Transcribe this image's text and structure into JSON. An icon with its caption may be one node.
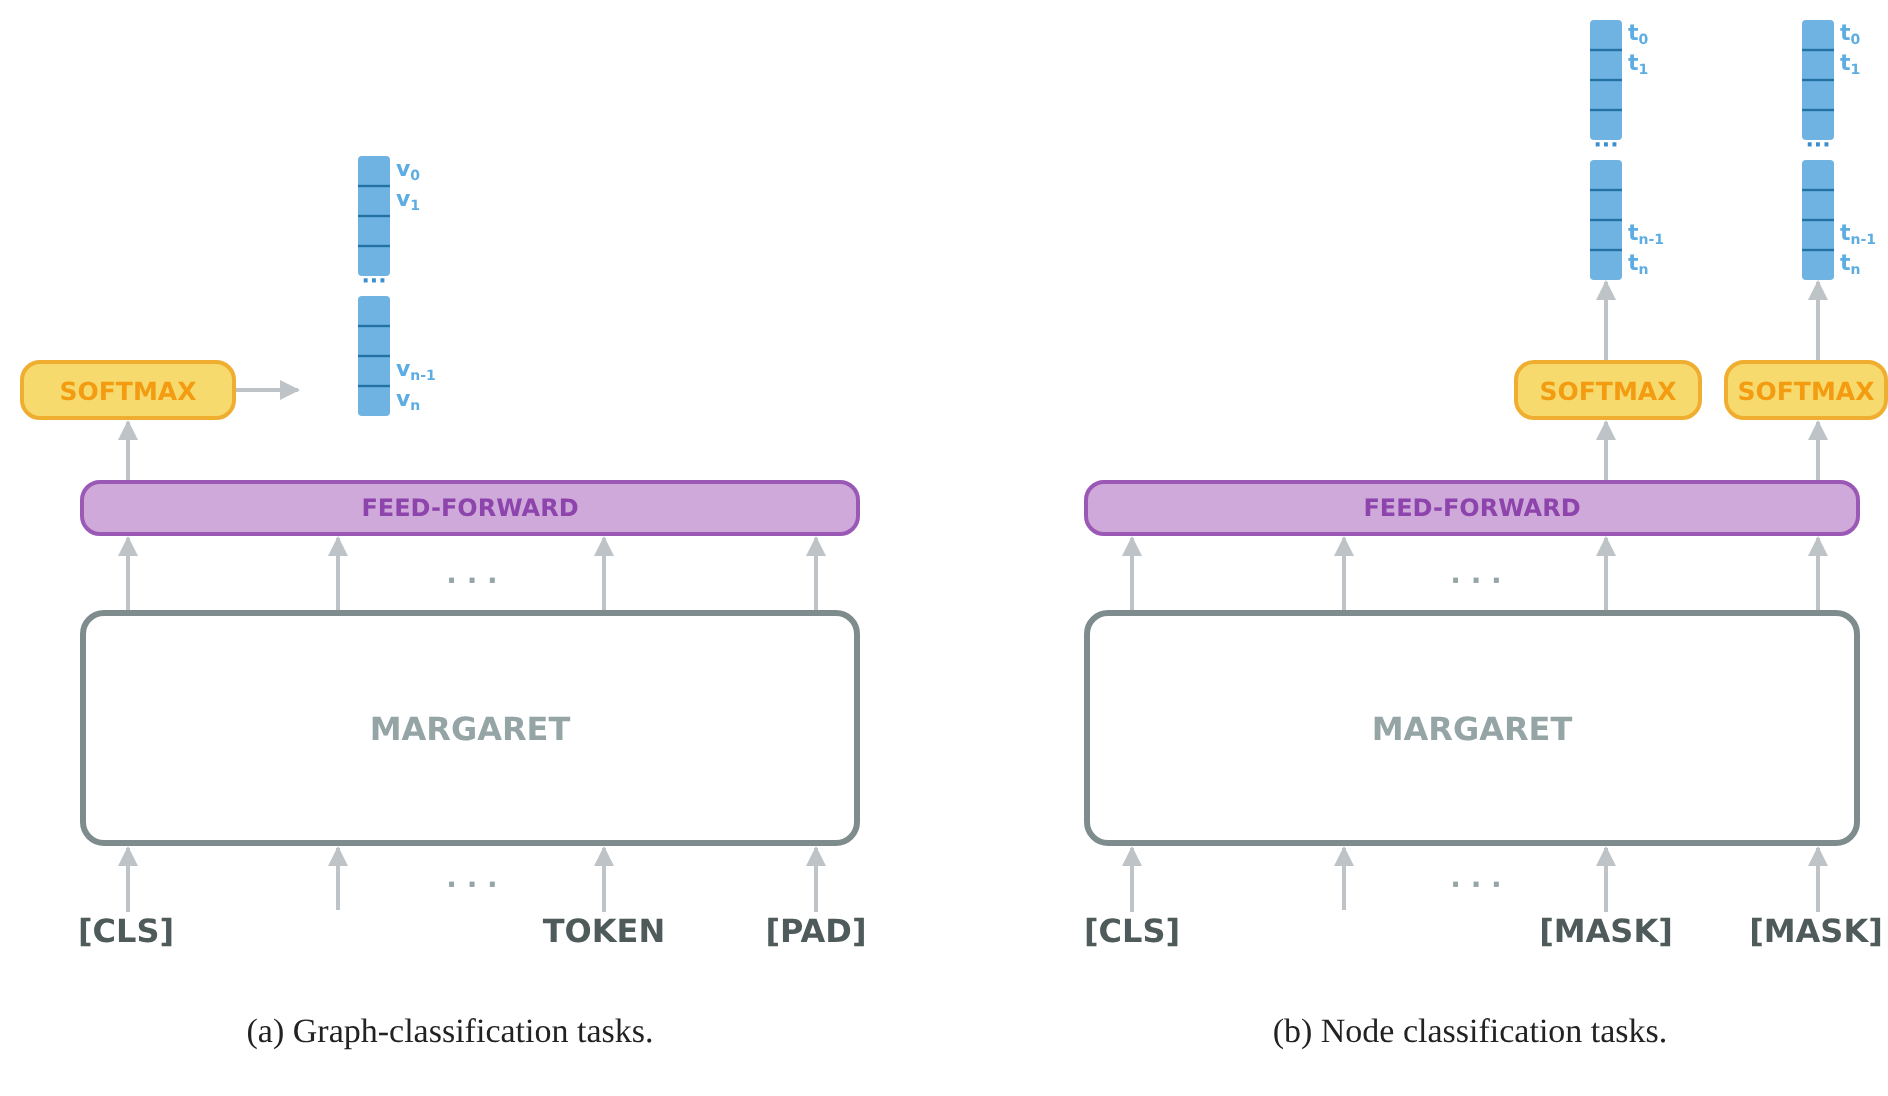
{
  "diagram": {
    "nodes": [
      {
        "text": [
          "[CLS]"
        ]
      },
      {
        "text": [
          "TOKEN"
        ]
      },
      {
        "text": [
          "[PAD]"
        ]
      },
      {
        "text": [
          "MARGARET"
        ]
      },
      {
        "text": [
          "FEED-FORWARD"
        ]
      },
      {
        "text": [
          "SOFTMAX"
        ]
      },
      {
        "text": [],
        "shape": "bar",
        "beside": [
          "v$_{0}$",
          "v$_{1}$",
          "v$_{n-1}$",
          "v$_{n}$"
        ]
      },
      {
        "text": [
          "[CLS]"
        ]
      },
      {
        "text": [
          "[MASK]"
        ]
      },
      {
        "text": [
          "[MASK]"
        ]
      },
      {
        "text": [
          "MARGARET"
        ]
      },
      {
        "text": [
          "FEED-FORWARD"
        ]
      },
      {
        "text": [
          "SOFTMAX"
        ]
      },
      {
        "text": [
          "SOFTMAX"
        ]
      },
      {
        "text": [],
        "shape": "bar",
        "beside": [
          "t$_{0}$",
          "t$_{1}$",
          "t$_{n-1}$",
          "t$_{n}$"
        ]
      },
      {
        "text": [],
        "shape": "bar",
        "beside": [
          "t$_{0}$",
          "t$_{1}$",
          "t$_{n-1}$",
          "t$_{n}$"
        ]
      }
    ],
    "edges": [
      {
        "from": 0,
        "to": 3,
        "arrow": "to"
      },
      {
        "from": null,
        "to": 3,
        "arrow": "to"
      },
      {
        "from": 1,
        "to": 3,
        "arrow": "to"
      },
      {
        "from": 2,
        "to": 3,
        "arrow": "to"
      },
      {
        "from": 3,
        "to": 4,
        "arrow": "to"
      },
      {
        "from": 3,
        "to": 4,
        "arrow": "to"
      },
      {
        "from": 3,
        "to": 4,
        "arrow": "to"
      },
      {
        "from": 3,
        "to": 4,
        "arrow": "to"
      },
      {
        "from": 4,
        "to": 5,
        "arrow": "to"
      },
      {
        "from": 5,
        "to": 6,
        "arrow": "to"
      },
      {
        "from": 7,
        "to": 10,
        "arrow": "to"
      },
      {
        "from": null,
        "to": 10,
        "arrow": "to"
      },
      {
        "from": 8,
        "to": 10,
        "arrow": "to"
      },
      {
        "from": 9,
        "to": 10,
        "arrow": "to"
      },
      {
        "from": 10,
        "to": 11,
        "arrow": "to"
      },
      {
        "from": 10,
        "to": 11,
        "arrow": "to"
      },
      {
        "from": 10,
        "to": 11,
        "arrow": "to"
      },
      {
        "from": 10,
        "to": 11,
        "arrow": "to"
      },
      {
        "from": 11,
        "to": 12,
        "arrow": "to"
      },
      {
        "from": 11,
        "to": 13,
        "arrow": "to"
      },
      {
        "from": 12,
        "to": 14,
        "arrow": "to"
      },
      {
        "from": 13,
        "to": 15,
        "arrow": "to"
      }
    ],
    "labels": [
      "···",
      "···",
      "···",
      "· · ·",
      "· · ·",
      "· · ·",
      "· · ·",
      "(a) Graph-classification tasks.",
      "(b) Node classification tasks."
    ]
  }
}
